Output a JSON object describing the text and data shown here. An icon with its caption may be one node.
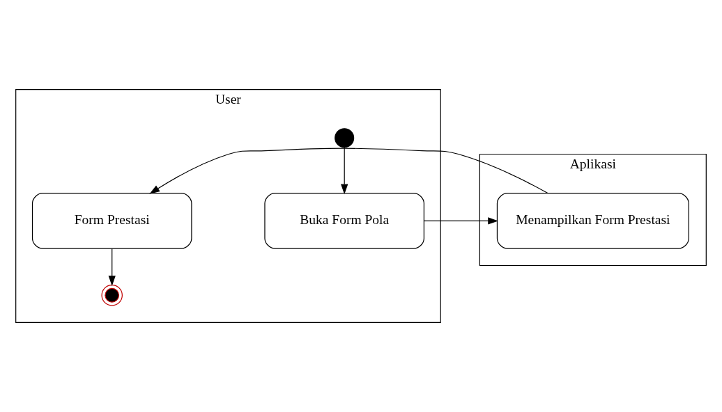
{
  "diagram": {
    "nodes": [
      {
        "text": [
          "User"
        ]
      },
      {
        "text": [
          "Aplikasi"
        ]
      },
      {
        "text": [],
        "shape": "circle",
        "in": 0
      },
      {
        "text": [
          "Buka Form Pola"
        ],
        "in": 0
      },
      {
        "text": [
          "Menampilkan Form Prestasi"
        ],
        "in": 1
      },
      {
        "text": [
          "Form Prestasi"
        ],
        "in": 0
      },
      {
        "text": [],
        "shape": "bullseye",
        "in": 0
      }
    ],
    "edges": [
      {
        "from": 2,
        "to": 3,
        "arrow": "to"
      },
      {
        "from": 3,
        "to": 4,
        "arrow": "to"
      },
      {
        "from": 4,
        "to": 5,
        "arrow": "to"
      },
      {
        "from": 5,
        "to": 6,
        "arrow": "to"
      }
    ]
  }
}
